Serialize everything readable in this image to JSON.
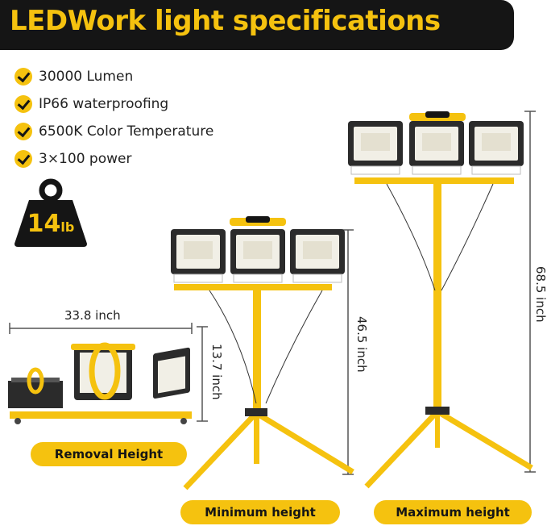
{
  "header": {
    "title": "LEDWork light specifications"
  },
  "features": [
    {
      "label": "30000 Lumen",
      "icon": "check-circle-icon"
    },
    {
      "label": "IP66 waterproofing",
      "icon": "check-circle-icon"
    },
    {
      "label": "6500K Color Temperature",
      "icon": "check-circle-icon"
    },
    {
      "label": "3×100 power",
      "icon": "check-circle-icon"
    }
  ],
  "weight": {
    "value": "14",
    "unit": "lb",
    "icon": "weight-icon"
  },
  "dimensions": {
    "width": "33.8 inch",
    "folded_height": "13.7 inch",
    "min_height": "46.5 inch",
    "max_height": "68.5 inch"
  },
  "labels": {
    "removal": "Removal Height",
    "minimum": "Minimum height",
    "maximum": "Maximum height"
  },
  "colors": {
    "accent": "#f5c20f",
    "dark": "#151515",
    "fixture": "#2b2b2b",
    "lens": "#f1efe6"
  }
}
